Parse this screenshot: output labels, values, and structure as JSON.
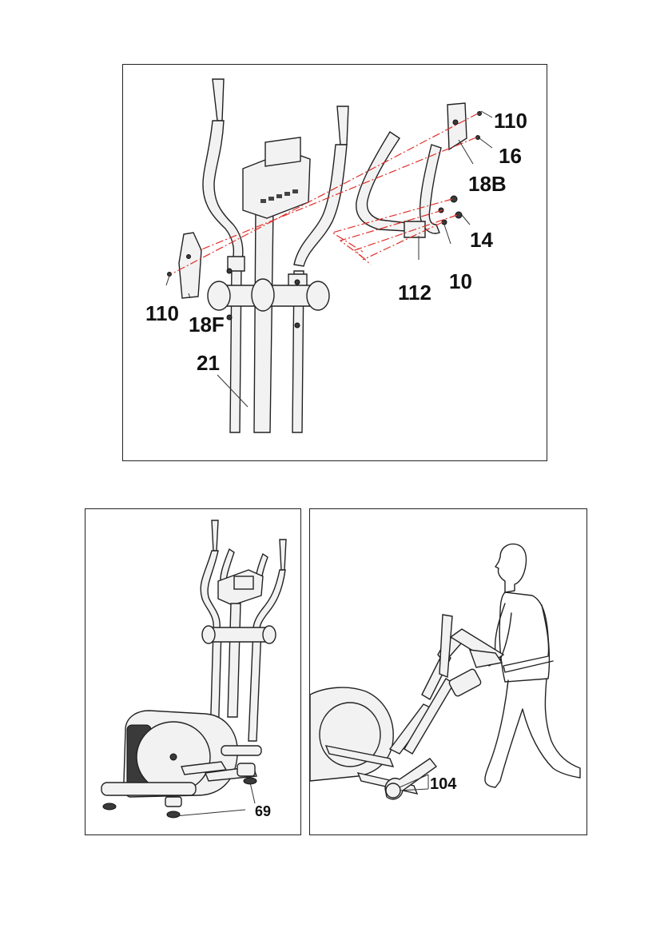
{
  "figures": [
    {
      "id": "assembly",
      "callouts": [
        "110",
        "16",
        "18B",
        "14",
        "10",
        "112",
        "110",
        "18F",
        "21"
      ]
    },
    {
      "id": "assembled",
      "callouts": [
        "69"
      ]
    },
    {
      "id": "moving",
      "callouts": [
        "104"
      ]
    }
  ],
  "colors": {
    "assembly_line": "#e0302a",
    "ink": "#222222"
  }
}
